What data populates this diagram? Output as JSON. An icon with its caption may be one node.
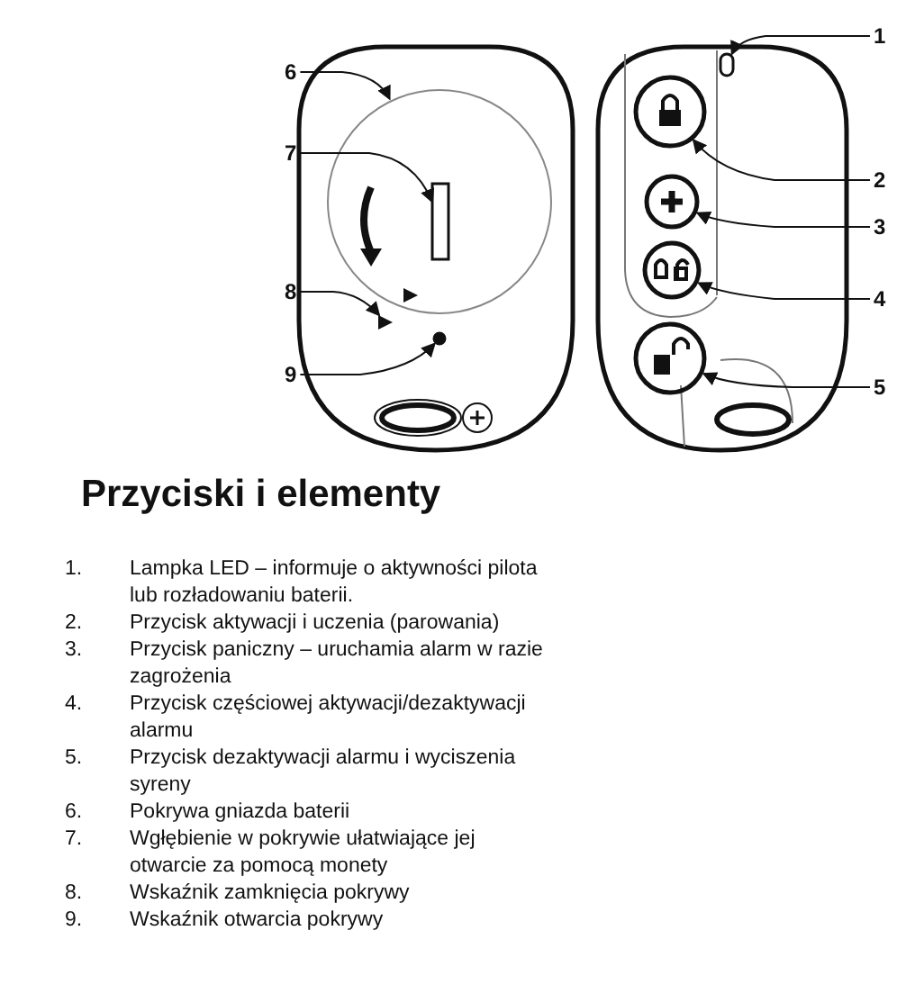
{
  "diagram": {
    "title": "Przyciski i elementy",
    "nodes": [
      {
        "text": [
          "1"
        ]
      },
      {
        "text": [
          "2"
        ]
      },
      {
        "text": [
          "3"
        ]
      },
      {
        "text": [
          "4"
        ]
      },
      {
        "text": [
          "5"
        ]
      },
      {
        "text": [
          "6"
        ]
      },
      {
        "text": [
          "7"
        ]
      },
      {
        "text": [
          "8"
        ]
      },
      {
        "text": [
          "9"
        ]
      },
      {
        "text": [],
        "shape": "box"
      },
      {
        "text": [],
        "shape": "circle"
      },
      {
        "text": [],
        "shape": "circle"
      },
      {
        "text": [],
        "shape": "circle"
      },
      {
        "text": [],
        "shape": "circle"
      },
      {
        "text": [],
        "shape": "circle"
      },
      {
        "text": [],
        "shape": "box",
        "in": 14
      },
      {
        "text": [],
        "shape": "triangle"
      },
      {
        "text": [],
        "shape": "circle"
      }
    ],
    "edges": [
      {
        "from": 0,
        "to": 9,
        "arrow": "to"
      },
      {
        "from": 1,
        "to": 10,
        "arrow": "to"
      },
      {
        "from": 2,
        "to": 11,
        "arrow": "to"
      },
      {
        "from": 3,
        "to": 12,
        "arrow": "to"
      },
      {
        "from": 4,
        "to": 13,
        "arrow": "to"
      },
      {
        "from": 5,
        "to": 14,
        "arrow": "to"
      },
      {
        "from": 6,
        "to": 15,
        "arrow": "to"
      },
      {
        "from": 7,
        "to": 16,
        "arrow": "to"
      },
      {
        "from": 8,
        "to": 17,
        "arrow": "to"
      }
    ],
    "labels": [
      "1.",
      "Lampka LED – informuje o aktywności pilota lub rozładowaniu baterii.",
      "2.",
      "Przycisk aktywacji i uczenia (parowania)",
      "3.",
      "Przycisk paniczny – uruchamia alarm w razie zagrożenia",
      "4.",
      "Przycisk częściowej aktywacji/dezaktywacji alarmu",
      "5.",
      "Przycisk dezaktywacji alarmu i wyciszenia syreny",
      "6.",
      "Pokrywa gniazda baterii",
      "7.",
      "Wgłębienie w pokrywie ułatwiające jej otwarcie za pomocą monety",
      "8.",
      "Wskaźnik zamknięcia pokrywy",
      "9.",
      "Wskaźnik otwarcia pokrywy"
    ]
  }
}
